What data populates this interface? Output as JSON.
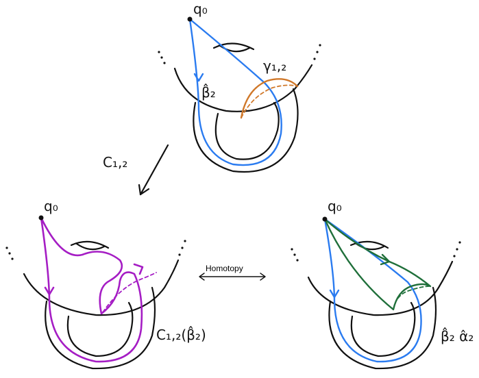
{
  "labels": {
    "top_basepoint": "q₀",
    "gamma": "γ₁,₂",
    "beta_top": "β̂₂",
    "map_arrow": "C₁,₂",
    "left_basepoint": "q₀",
    "right_basepoint": "q₀",
    "homotopy": "Homotopy",
    "left_caption": "C₁,₂(β̂₂)",
    "right_caption": "β̂₂ α̂₂"
  },
  "colors": {
    "beta_path": "#2a7bf0",
    "gamma_curve": "#d0782a",
    "image_path": "#a51dc4",
    "alpha_path": "#1f6f3a"
  }
}
